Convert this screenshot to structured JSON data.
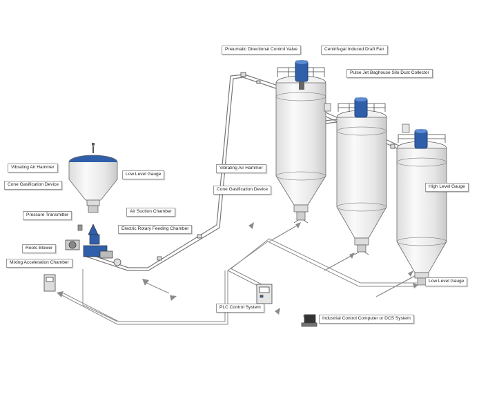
{
  "colors": {
    "vessel_fill": "#eeeeee",
    "vessel_stroke": "#666666",
    "pipe": "#777777",
    "accent_blue": "#2f5fa8",
    "signal_arrow": "#888888"
  },
  "labels": {
    "pneumatic_valve": "Pneumatic Directional Control Valve",
    "induced_fan": "Centrifugal Induced Draft Fan",
    "baghouse": "Pulse Jet Baghouse Silo Dust Collector",
    "vibrating_hammer_left": "Vibrating Air Hammer",
    "cone_gas_left": "Cone Gasification Device",
    "low_level_left": "Low Level Gauge",
    "pressure_transmitter": "Pressure Transmitter",
    "air_suction": "Air Suction Chamber",
    "rotary_feeding": "Electric Rotary Feeding Chamber",
    "roots_blower": "Roots Blower",
    "mixing_chamber": "Mixing Acceleration Chamber",
    "vibrating_hammer_right": "Vibrating Air Hammer",
    "cone_gas_right": "Cone Gasification Device",
    "high_level": "High Level Gauge",
    "low_level_right": "Low Level Gauge",
    "plc": "PLC Control System",
    "computer": "Industrial Control Computer or DCS System"
  },
  "icons": [
    "silo-icon",
    "hopper-icon",
    "dust-collector-icon",
    "fan-icon",
    "roots-blower-icon",
    "control-cabinet-icon",
    "computer-icon",
    "valve-icon"
  ]
}
